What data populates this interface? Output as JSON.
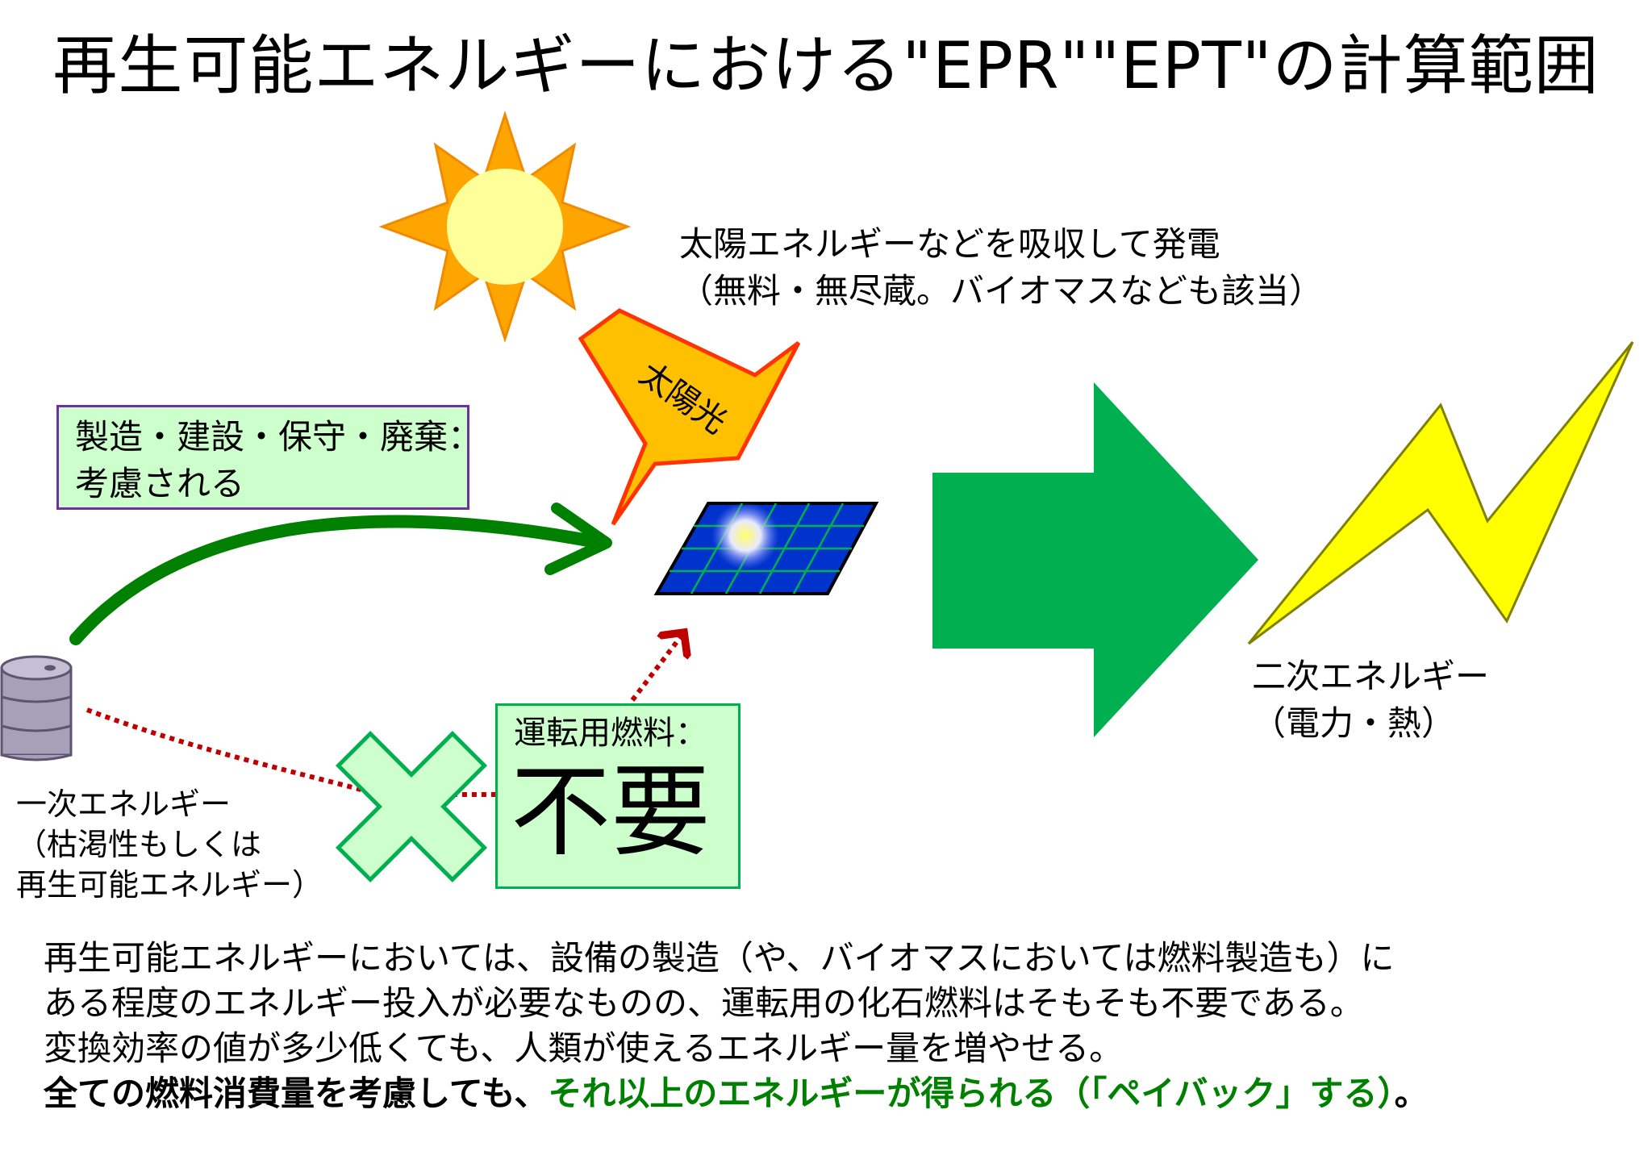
{
  "title": "再生可能エネルギーにおける\"EPR\"\"EPT\"の計算範囲",
  "solar": {
    "caption_line1": "太陽エネルギーなどを吸収して発電",
    "caption_line2": "（無料・無尽蔵。バイオマスなども該当）",
    "callout_label": "太陽光"
  },
  "manufacturing_box": {
    "line1": "製造・建設・保守・廃棄：",
    "line2": "考慮される"
  },
  "fuel_box": {
    "label": "運転用燃料：",
    "value": "不要"
  },
  "primary_energy": {
    "line1": "一次エネルギー",
    "line2": "（枯渇性もしくは",
    "line3": "再生可能エネルギー）"
  },
  "secondary_energy": {
    "line1": "二次エネルギー",
    "line2": "（電力・熱）"
  },
  "body": {
    "line1": "再生可能エネルギーにおいては、設備の製造（や、バイオマスにおいては燃料製造も）に",
    "line2": "ある程度のエネルギー投入が必要なものの、運転用の化石燃料はそもそも不要である。",
    "line3": "変換効率の値が多少低くても、人類が使えるエネルギー量を増やせる。",
    "line4_part1": "全ての燃料消費量を考慮しても、",
    "line4_part2": "それ以上のエネルギーが得られる（「ペイバック」する）",
    "line4_part3": "。"
  },
  "colors": {
    "sun_rays": "#ffa500",
    "sun_core": "#ffff99",
    "callout_fill": "#ffc000",
    "callout_border": "#ff3300",
    "box_fill": "#ccffcc",
    "box_border_manufacturing": "#7030a0",
    "box_border_fuel": "#00b050",
    "big_arrow": "#00b050",
    "curved_arrow": "#008000",
    "dotted_arrow": "#c00000",
    "cross_fill": "#ccffcc",
    "cross_border": "#00b050",
    "lightning_fill": "#ffff00",
    "panel_fill": "#0033cc",
    "panel_grid": "#00b050",
    "accent_text": "#008000",
    "barrel_fill": "#a6a0b8"
  },
  "icons": {
    "sun": "sun-icon",
    "solar_panel": "solar-panel-icon",
    "fuel_barrel": "barrel-icon",
    "lightning": "lightning-icon",
    "cross": "cross-icon"
  }
}
